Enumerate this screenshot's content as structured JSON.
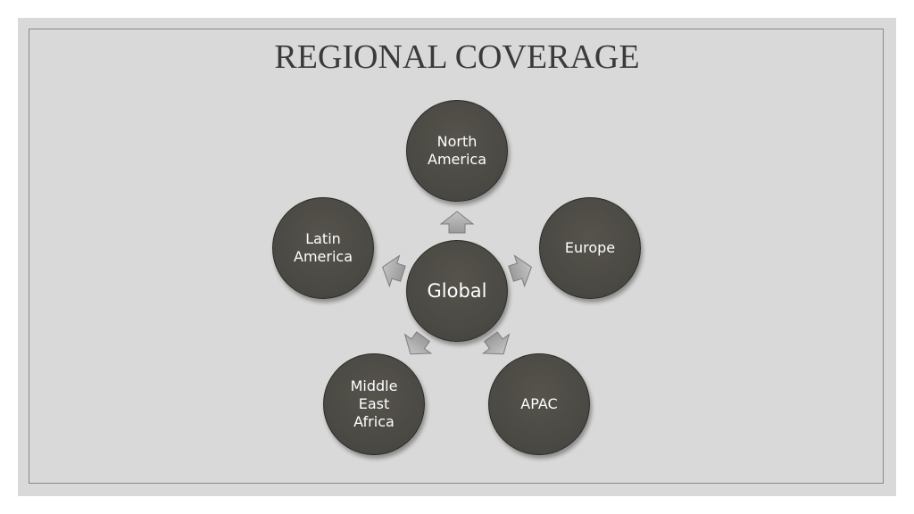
{
  "title": "REGIONAL COVERAGE",
  "hub": {
    "label": "Global"
  },
  "regions": [
    {
      "label": "North\nAmerica"
    },
    {
      "label": "Europe"
    },
    {
      "label": "APAC"
    },
    {
      "label": "Middle\nEast\nAfrica"
    },
    {
      "label": "Latin\nAmerica"
    }
  ],
  "colors": {
    "slide_background": "#d9d9d9",
    "node_fill": "#4a4842",
    "node_text": "#ffffff",
    "arrow_fill": "#a8a8a8",
    "title_text": "#3a3a3a"
  }
}
